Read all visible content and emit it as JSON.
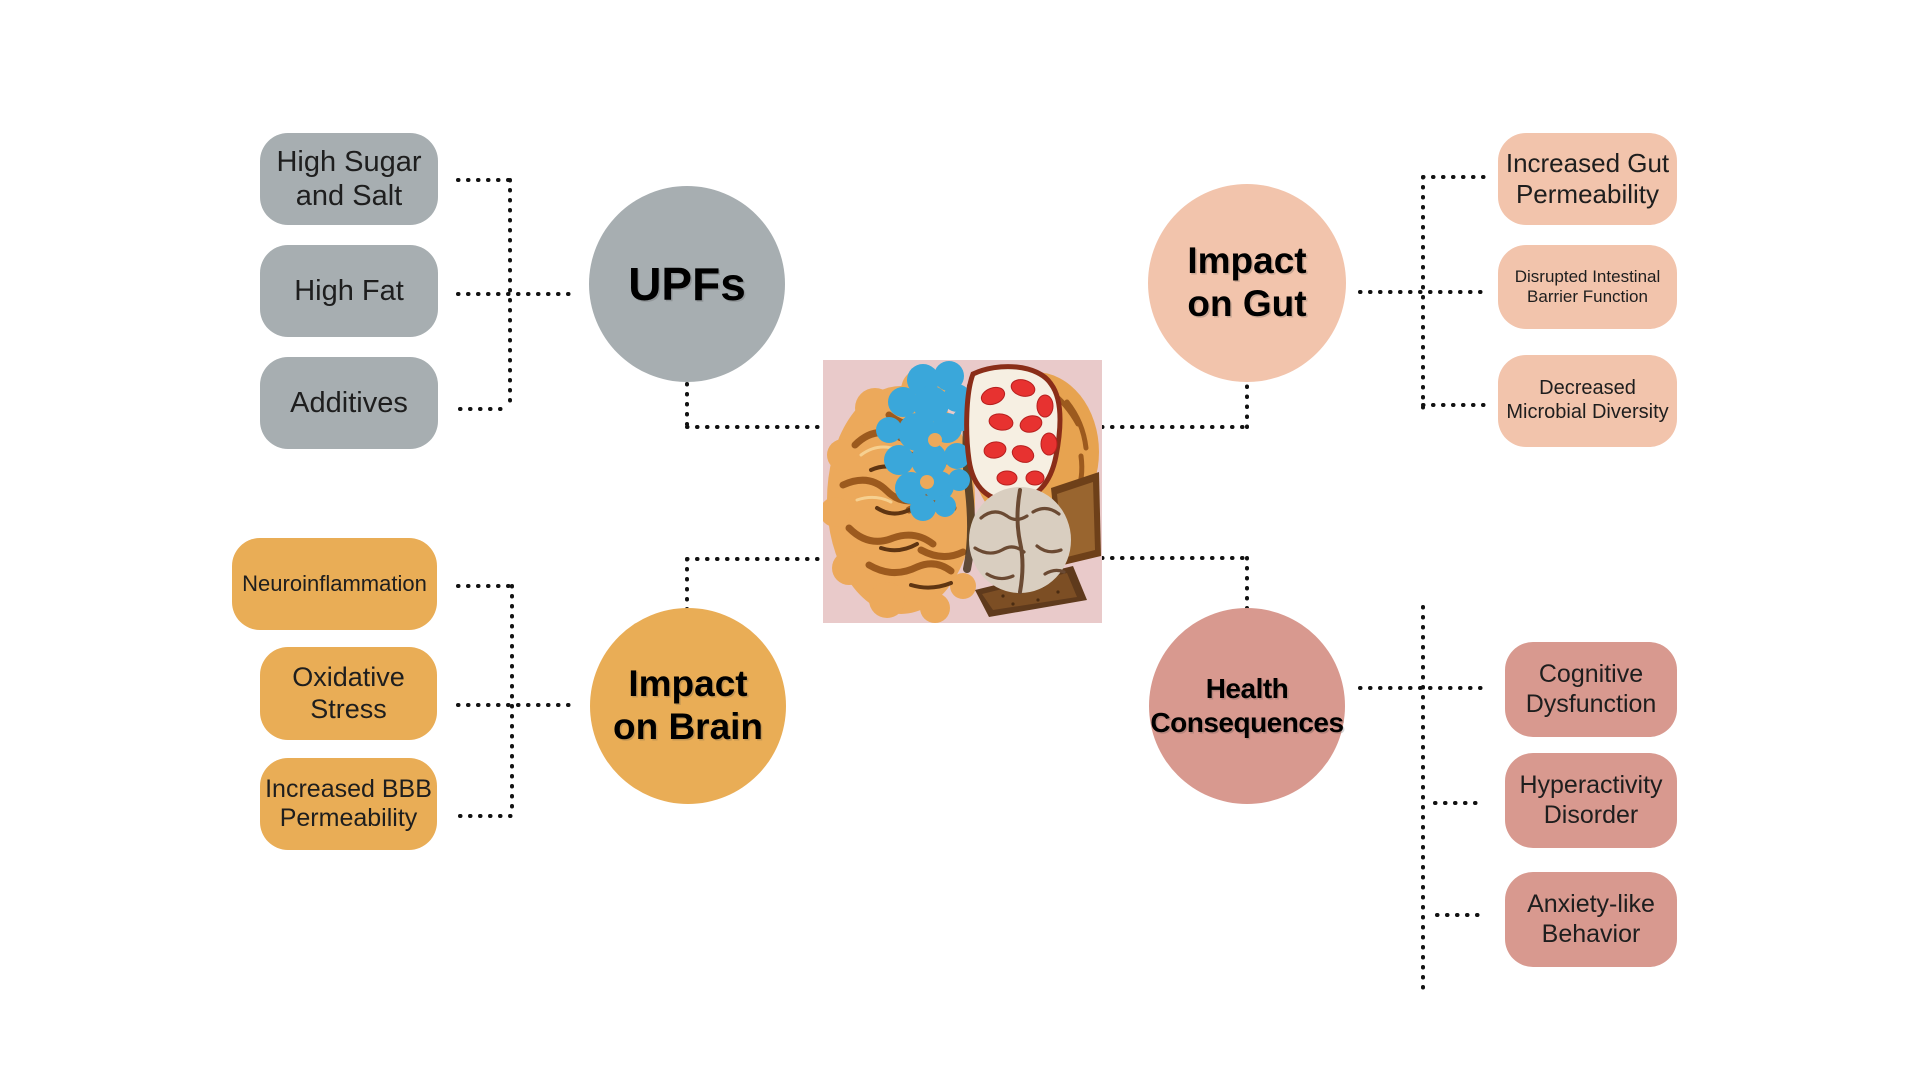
{
  "colors": {
    "node_gray": "#a7aeb1",
    "salmon": "#f2c4ac",
    "orange": "#e9ad56",
    "rose": "#d8998f",
    "connector": "#111111",
    "box_text": "#1e1e1e",
    "node_text": "#000000",
    "photo_bg": "#e9caca"
  },
  "center_image": {
    "alt": "photo of a brain made from ultra-processed foods: pastry left hemisphere, blue cookie, strawberry-cream waffle, plastic brain model and toast slices on a pink background"
  },
  "groups": {
    "upfs": {
      "label": "UPFs",
      "items": [
        "High Sugar and Salt",
        "High Fat",
        "Additives"
      ]
    },
    "gut": {
      "label1": "Impact",
      "label2": "on Gut",
      "items": [
        "Increased Gut Permeability",
        "Disrupted Intestinal Barrier Function",
        "Decreased Microbial Diversity"
      ]
    },
    "brain": {
      "label1": "Impact",
      "label2": "on Brain",
      "items": [
        "Neuroinflammation",
        "Oxidative Stress",
        "Increased BBB Permeability"
      ]
    },
    "health": {
      "label1": "Health",
      "label2": "Consequences",
      "items": [
        "Cognitive Dysfunction",
        "Hyperactivity Disorder",
        "Anxiety-like Behavior"
      ]
    }
  }
}
